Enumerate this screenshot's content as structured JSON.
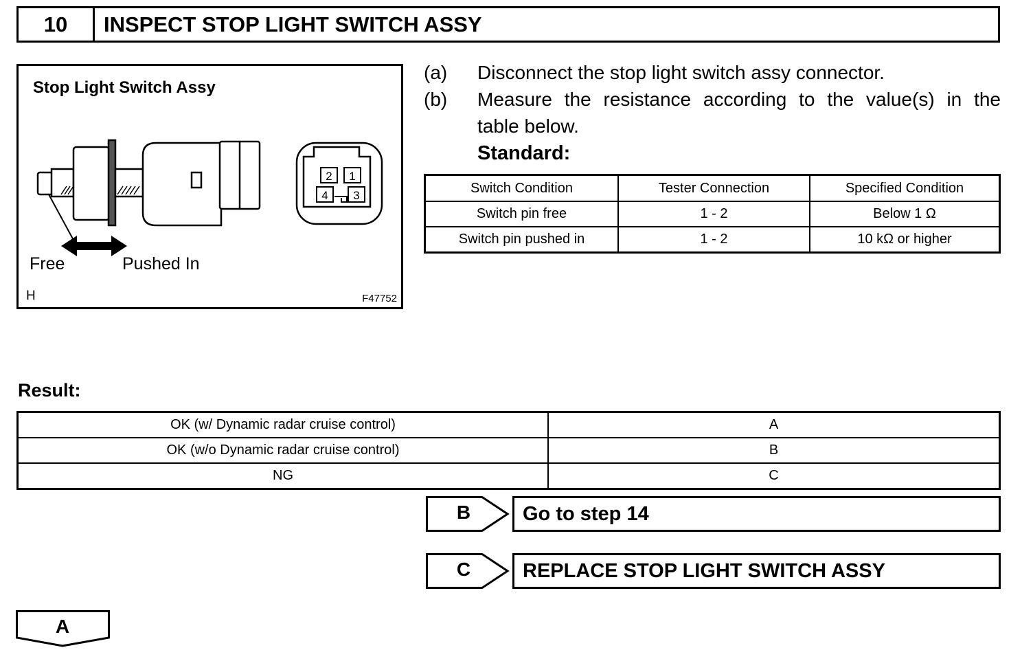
{
  "step": {
    "number": "10",
    "title": "INSPECT STOP LIGHT SWITCH ASSY"
  },
  "figure": {
    "title": "Stop Light Switch Assy",
    "label_free": "Free",
    "label_pushed": "Pushed In",
    "corner_letter": "H",
    "figure_code": "F47752",
    "connector_pins": [
      "2",
      "1",
      "4",
      "3"
    ]
  },
  "instructions": [
    {
      "letter": "(a)",
      "text": "Disconnect the stop light switch assy connector."
    },
    {
      "letter": "(b)",
      "text": "Measure the resistance according to the value(s) in the",
      "text_cont": "table below."
    }
  ],
  "standard_label": "Standard:",
  "standard_table": {
    "headers": [
      "Switch Condition",
      "Tester Connection",
      "Specified Condition"
    ],
    "rows": [
      [
        "Switch pin free",
        "1 - 2",
        "Below 1 Ω"
      ],
      [
        "Switch pin pushed in",
        "1 - 2",
        "10 kΩ or higher"
      ]
    ]
  },
  "result_label": "Result:",
  "result_table": {
    "rows": [
      [
        "OK (w/ Dynamic radar cruise control)",
        "A"
      ],
      [
        "OK (w/o Dynamic radar cruise control)",
        "B"
      ],
      [
        "NG",
        "C"
      ]
    ]
  },
  "branches": [
    {
      "letter": "B",
      "action": "Go to step 14"
    },
    {
      "letter": "C",
      "action": "REPLACE STOP LIGHT SWITCH ASSY"
    }
  ],
  "next_step": {
    "letter": "A"
  }
}
